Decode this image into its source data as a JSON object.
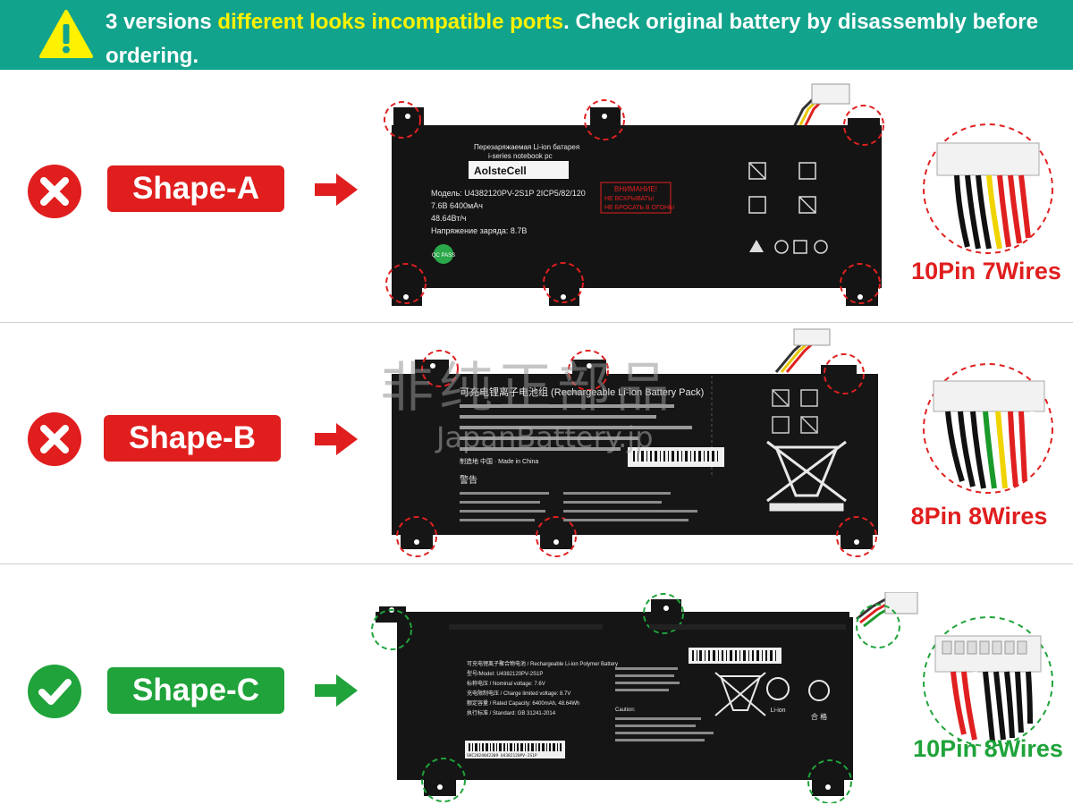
{
  "banner": {
    "text_part1": "3 versions ",
    "text_highlight": "different looks incompatible ports",
    "text_part2": ". Check original battery by disassembly before ordering.",
    "icon": "warning-icon"
  },
  "colors": {
    "banner_bg": "#12a38c",
    "highlight": "#fff200",
    "incompatible": "#e01e1e",
    "compatible": "#1fa33a"
  },
  "rows": [
    {
      "label": "Shape-A",
      "status": "incompatible",
      "wires": "10Pin 7Wires",
      "battery": {
        "header_ru": "Перезаряжаемая Li-ion батарея",
        "header_series": "i-series notebook pc",
        "brand": "AolsteCell",
        "model": "Модель: U4382120PV-2S1P   2ICP5/82/120",
        "spec1": "7.6В   6400мАч",
        "spec2": "48.64Вт/ч",
        "spec3": "Напряжение заряда: 8.7В",
        "pass": "QC PASS",
        "warn_title": "ВНИМАНИЕ!",
        "warn_line1": "НЕ ВСКРЫВАТЬ!",
        "warn_line2": "НЕ БРОСАТЬ В ОГОНЬ!"
      }
    },
    {
      "label": "Shape-B",
      "status": "incompatible",
      "wires": "8Pin 8Wires",
      "battery": {
        "title": "可充电锂离子电池组 (Rechargeable Li-ion Battery Pack)",
        "made_in": "制造地 中国 · Made in China",
        "warning_cn": "警告"
      }
    },
    {
      "label": "Shape-C",
      "status": "compatible",
      "wires": "10Pin 8Wires",
      "battery": {
        "line1": "可充电锂离子聚合物电池 / Rechargeable Li-ion Polymer Battery",
        "line2": "型号/Model: U4382120PV-2S1P",
        "line3": "标称电压 / Nominal voltage: 7.6V",
        "line4": "充电限制电压 / Charge limited voltage: 8.7V",
        "line5": "额定容量 / Rated Capacity: 6400mAh, 48.64Wh",
        "line6": "执行标准 / Standard: GB 31241-2014",
        "caution": "Caution:",
        "liion": "Li-ion",
        "heming": "合 格",
        "barcode": "SKC2024042309 U4382120PV-2S1P"
      }
    }
  ],
  "watermark": {
    "cjk": "非纯正部品",
    "en": "JapanBattery.jp"
  }
}
